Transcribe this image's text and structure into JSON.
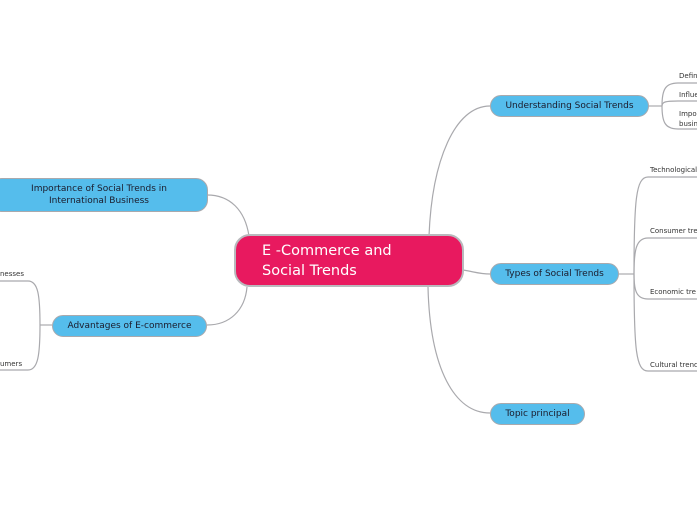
{
  "central": {
    "label": "E -Commerce and Social Trends",
    "line1": "E -Commerce and",
    "line2": "Social Trends",
    "color": "#e8195f"
  },
  "topics": {
    "understanding": {
      "label": "Understanding Social Trends",
      "subtopics": [
        "Defin",
        "Influe",
        "Impo",
        "busin"
      ]
    },
    "types": {
      "label": "Types of Social Trends",
      "subtopics": [
        "Technological",
        "Consumer tre",
        "Economic tre",
        "Cultural trend"
      ]
    },
    "principal": {
      "label": "Topic principal"
    },
    "importance": {
      "label_line1": "Importance of Social Trends in",
      "label_line2": "International Business"
    },
    "advantages": {
      "label": "Advantages of E-commerce",
      "subtopics": [
        "nesses",
        "umers"
      ]
    }
  },
  "colors": {
    "topic_fill": "#55bdec",
    "connector": "#a9a9ad"
  }
}
